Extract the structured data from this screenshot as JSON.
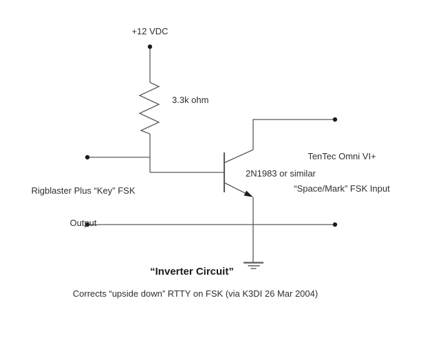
{
  "diagram": {
    "title": "“Inverter Circuit”",
    "caption": "Corrects “upside down” RTTY on FSK (via K3DI 26 Mar 2004)",
    "supply": {
      "label": "+12 VDC"
    },
    "resistor": {
      "label": "3.3k ohm",
      "value": "3.3k",
      "unit": "ohm"
    },
    "transistor": {
      "label": "2N1983 or similar",
      "part": "2N1983",
      "type": "NPN"
    },
    "input": {
      "line1": "Rigblaster Plus “Key” FSK",
      "line2": "Output"
    },
    "output": {
      "line1": "TenTec Omni VI+",
      "line2": "“Space/Mark” FSK Input"
    },
    "colors": {
      "wire": "#595959",
      "terminal": "#1c1c1c",
      "text": "#2e2e2e",
      "background": "#ffffff"
    }
  }
}
